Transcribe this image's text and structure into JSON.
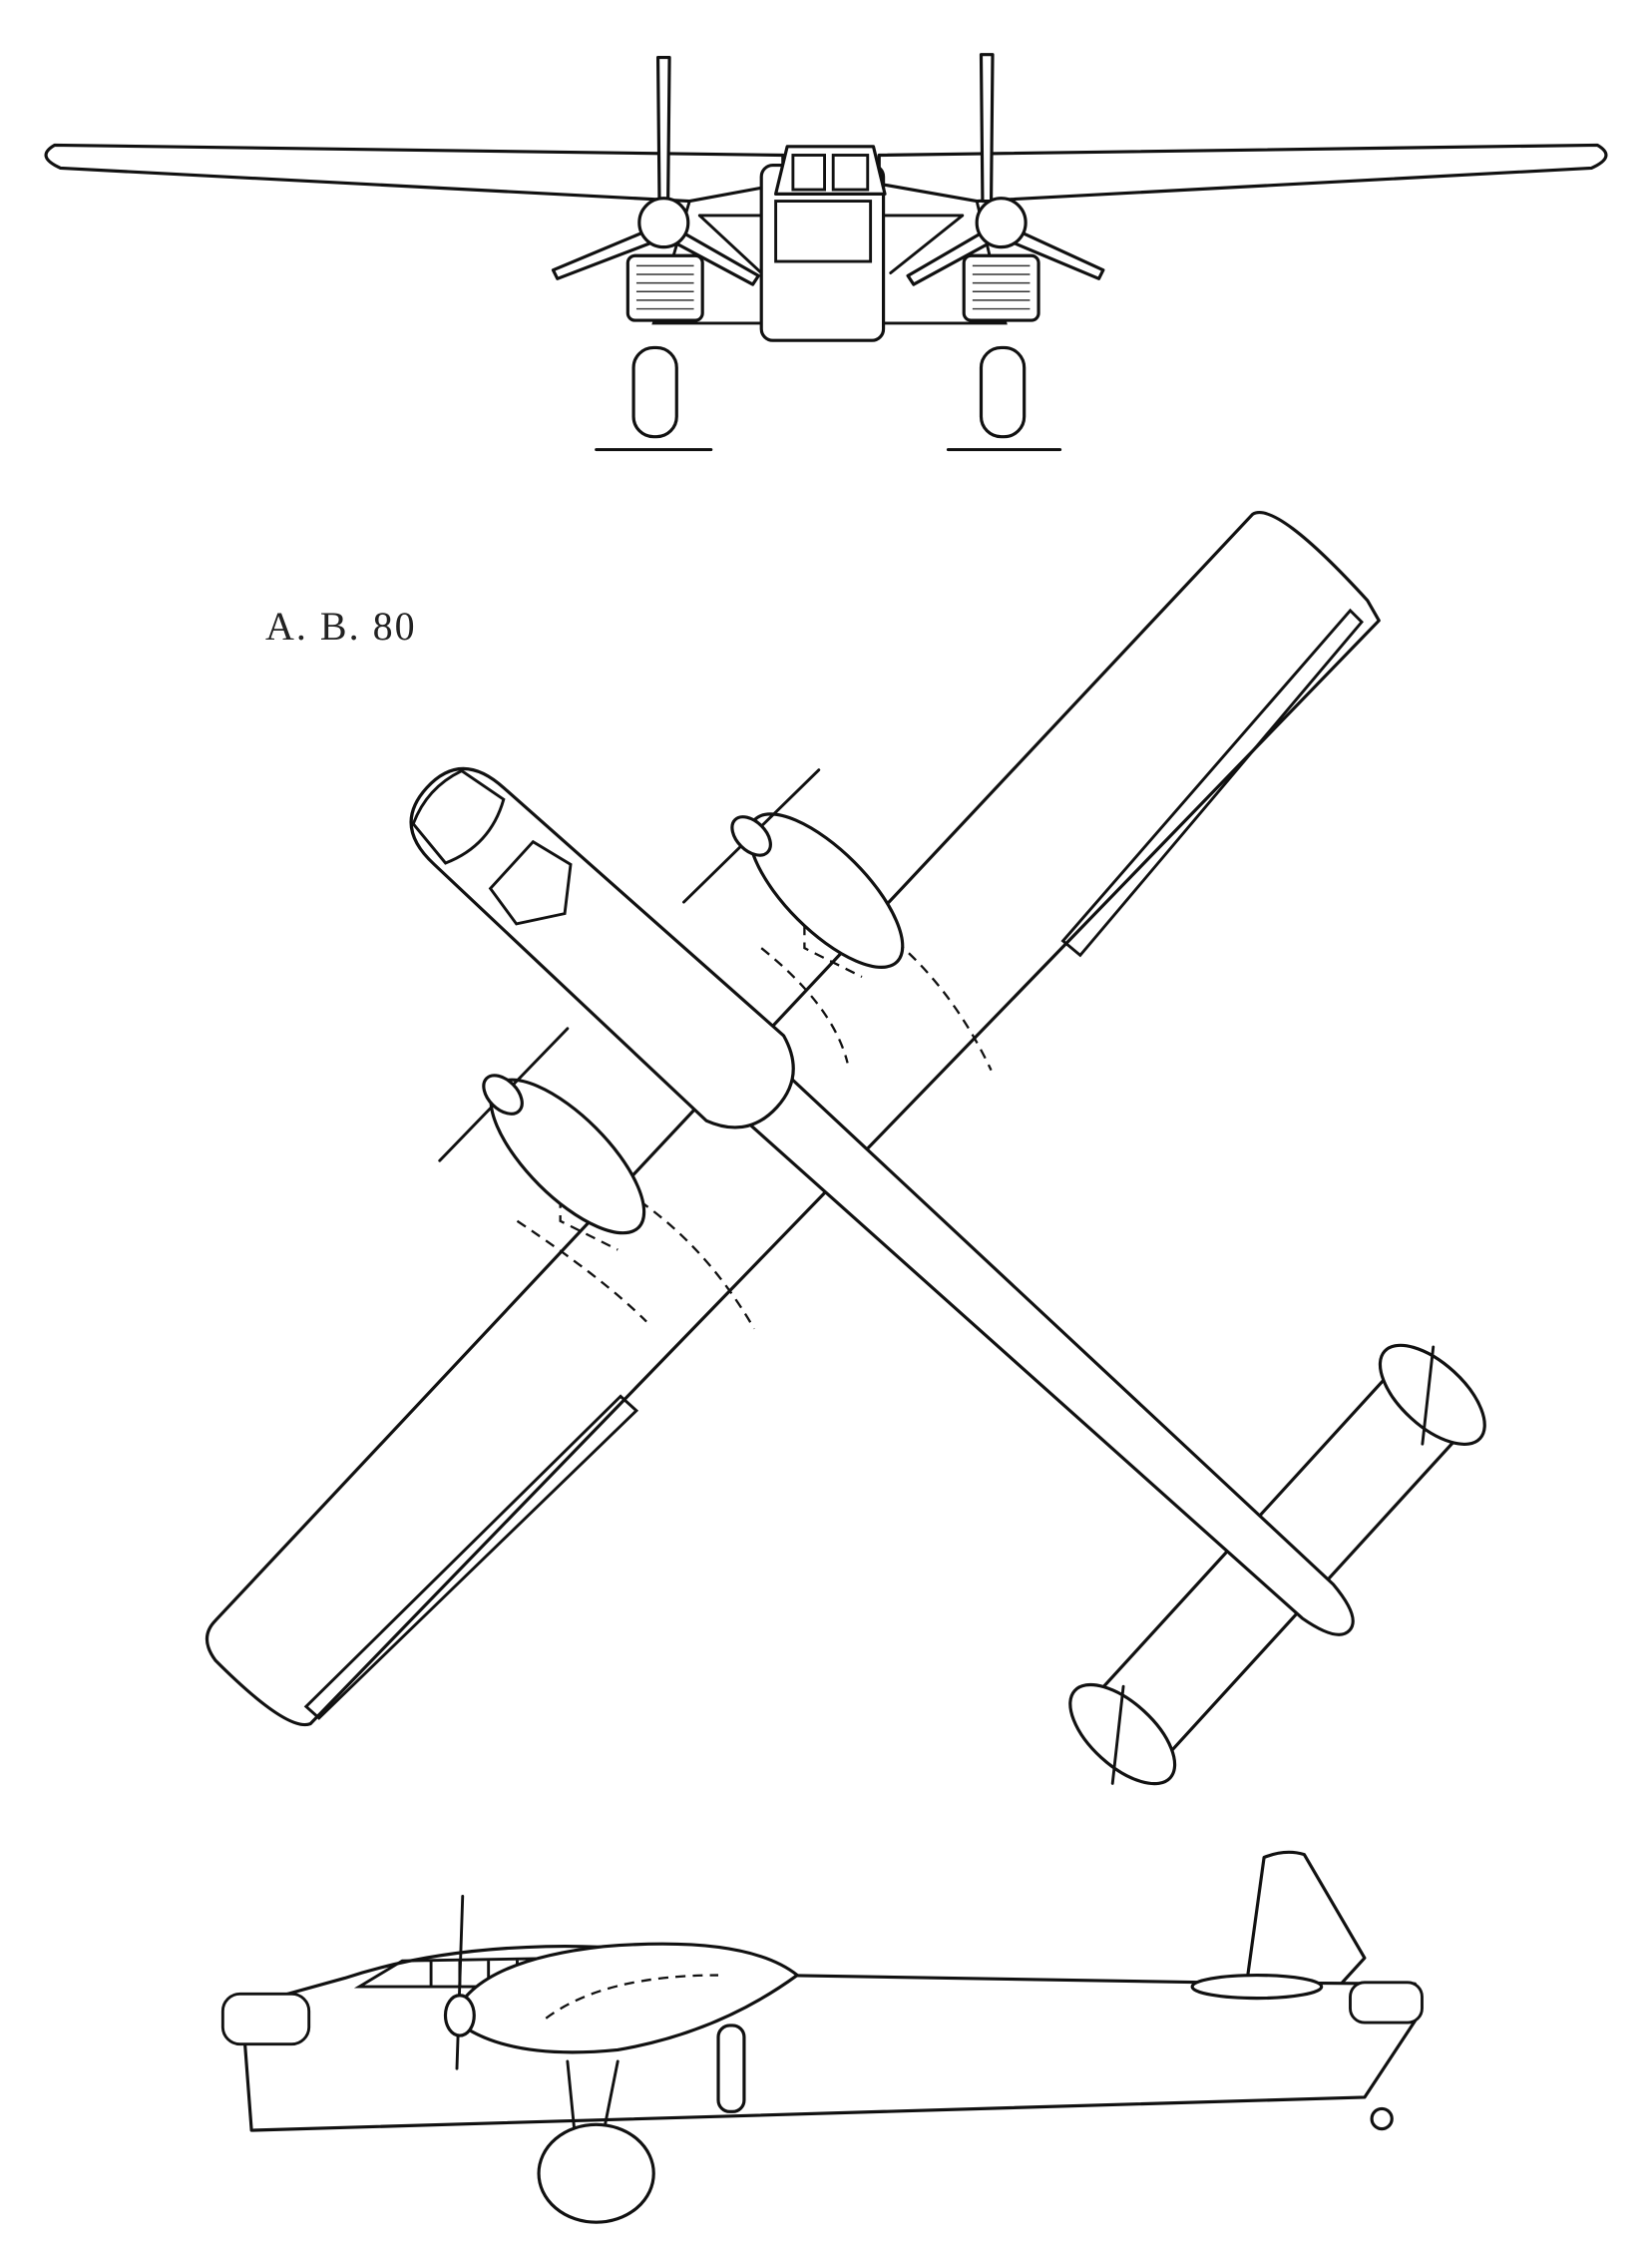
{
  "drawing": {
    "designation": "A. B. 80",
    "views": [
      "front-view",
      "top-view",
      "side-view"
    ],
    "line_color": "#111111",
    "background": "#ffffff"
  }
}
